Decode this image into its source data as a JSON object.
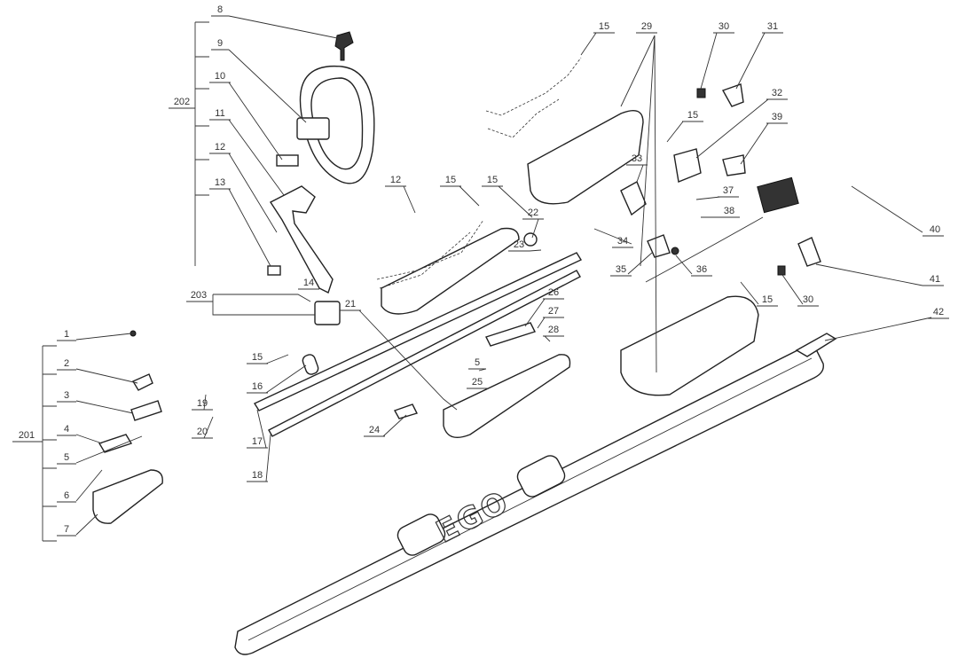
{
  "diagram": {
    "brand_logo": "EGO",
    "labels": {
      "l8": "8",
      "l9": "9",
      "l10": "10",
      "l11": "11",
      "l12a": "12",
      "l13": "13",
      "l202": "202",
      "l14": "14",
      "l203": "203",
      "l1": "1",
      "l2": "2",
      "l3": "3",
      "l4": "4",
      "l5a": "5",
      "l6": "6",
      "l7": "7",
      "l201": "201",
      "l15a": "15",
      "l16": "16",
      "l17": "17",
      "l18": "18",
      "l19": "19",
      "l20": "20",
      "l12b": "12",
      "l15b": "15",
      "l15c": "15",
      "l22": "22",
      "l23": "23",
      "l21": "21",
      "l26": "26",
      "l27": "27",
      "l28": "28",
      "l5b": "5",
      "l25": "25",
      "l24": "24",
      "l15d": "15",
      "l29": "29",
      "l30a": "30",
      "l31": "31",
      "l15e": "15",
      "l32": "32",
      "l39": "39",
      "l33": "33",
      "l37": "37",
      "l38": "38",
      "l34": "34",
      "l35": "35",
      "l36": "36",
      "l40": "40",
      "l41": "41",
      "l30b": "30",
      "l15f": "15",
      "l42": "42"
    }
  }
}
